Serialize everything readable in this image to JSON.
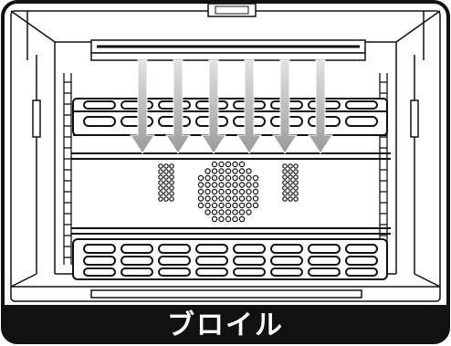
{
  "mode": {
    "label": "ブロイル",
    "heat_direction": "down",
    "heat_arrow_count": 6
  },
  "colors": {
    "outline": "#111111",
    "label_bar": "#111111",
    "label_text": "#ffffff",
    "arrow": "#a8a8a8"
  },
  "icons": [
    "heat-arrow-icon",
    "oven-rack-icon",
    "fan-grille-icon"
  ]
}
